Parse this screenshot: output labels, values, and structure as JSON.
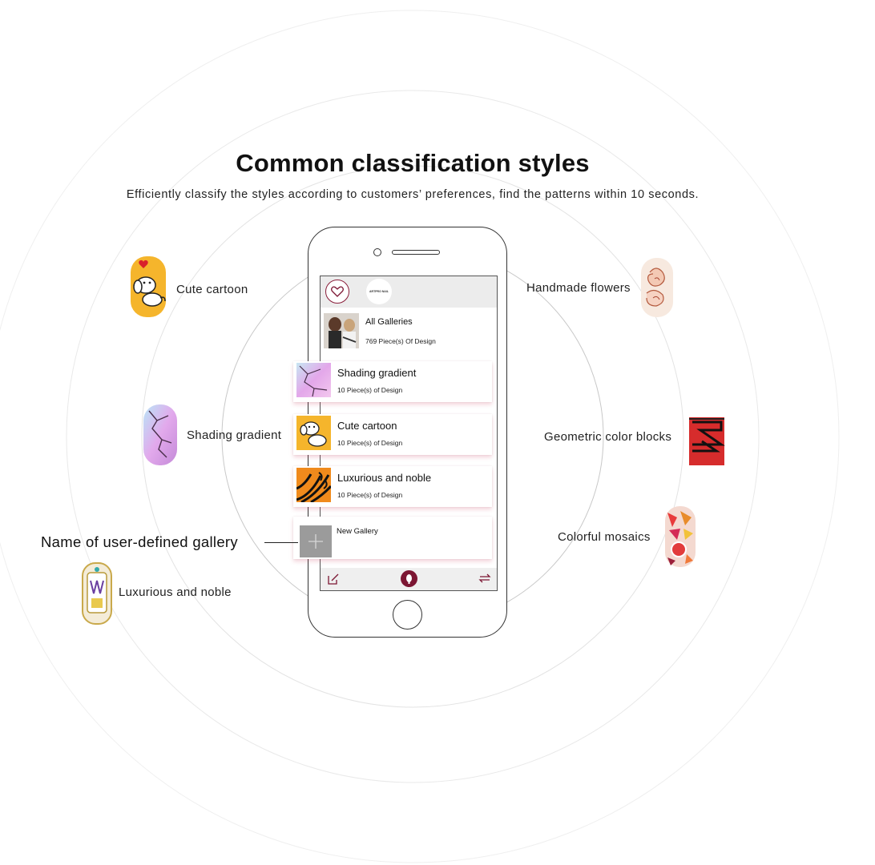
{
  "heading": "Common classification styles",
  "subheading": "Efficiently classify the styles according to customers’ preferences, find the patterns within 10 seconds.",
  "nails": {
    "cute_cartoon": "Cute cartoon",
    "shading_gradient": "Shading gradient",
    "luxurious_noble": "Luxurious and noble",
    "handmade_flowers": "Handmade flowers",
    "geometric_blocks": "Geometric color blocks",
    "colorful_mosaics": "Colorful mosaics"
  },
  "phone": {
    "brand": "ARTPRO NAIL",
    "all_galleries": {
      "title": "All Galleries",
      "subtitle": "769 Piece(s) Of Design"
    },
    "galleries": [
      {
        "title": "Shading gradient",
        "subtitle": "10 Piece(s) of Design"
      },
      {
        "title": "Cute cartoon",
        "subtitle": "10 Piece(s) of Design"
      },
      {
        "title": "Luxurious and noble",
        "subtitle": "10 Piece(s) of Design"
      }
    ],
    "new_gallery": "New Gallery"
  },
  "callout": "Name of user-defined gallery",
  "colors": {
    "accent": "#7c1633",
    "shadow": "#e8b4c2",
    "ring": "#e6e6e6"
  }
}
